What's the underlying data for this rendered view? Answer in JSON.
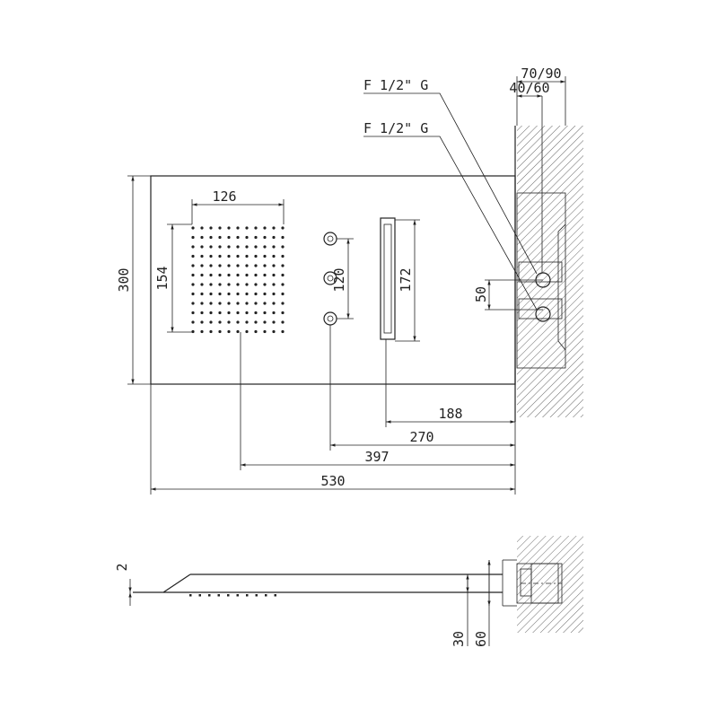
{
  "front_view": {
    "labels": {
      "inlet_1": "F 1/2\" G",
      "inlet_2": "F 1/2\" G"
    },
    "dimensions": {
      "total_width": "530",
      "height": "300",
      "rain_width": "126",
      "rain_height": "154",
      "jets_spacing": "120",
      "waterfall_height": "172",
      "waterfall_offset": "188",
      "jets_offset": "270",
      "rain_offset": "397",
      "inlet_spacing": "50",
      "wall_depth_outer": "70/90",
      "wall_depth_inner": "40/60"
    }
  },
  "side_view": {
    "dimensions": {
      "edge_thickness": "2",
      "plate_thickness": "30",
      "flange_height": "60"
    }
  },
  "colors": {
    "line": "#222222",
    "background": "#ffffff"
  }
}
